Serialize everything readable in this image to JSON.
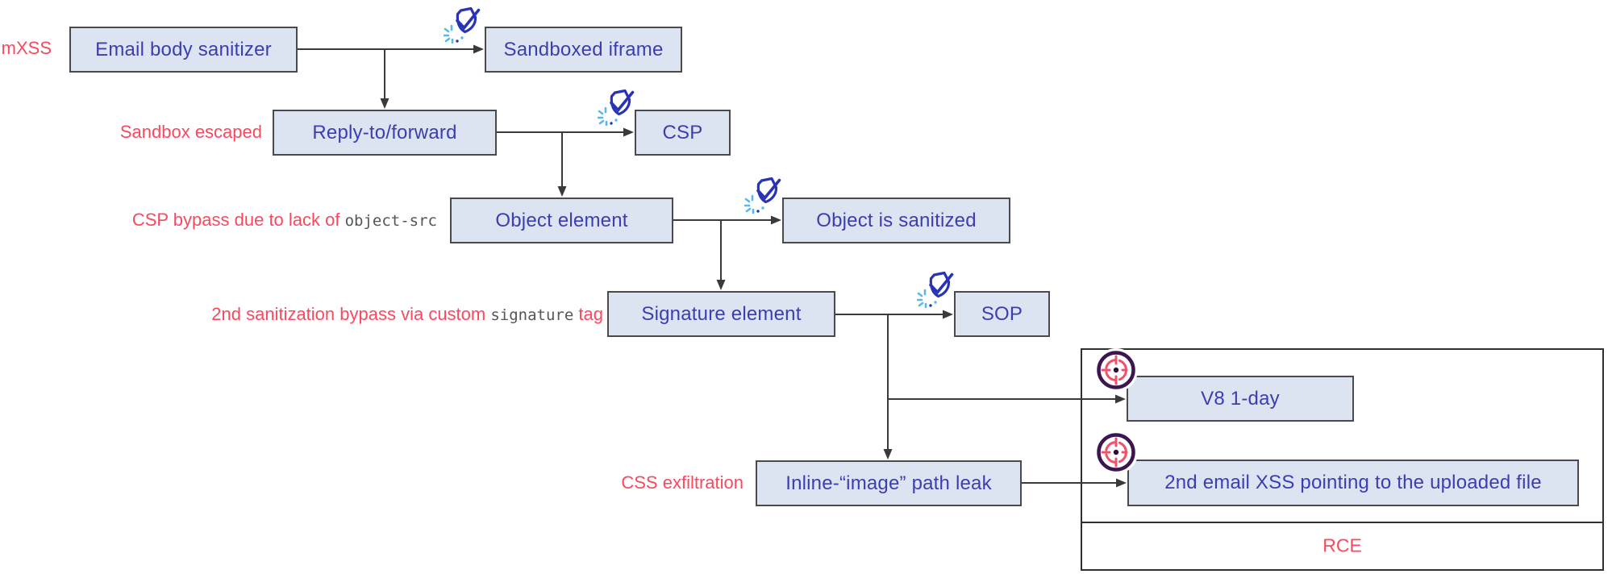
{
  "diagram": {
    "description": "Exploit chain flow diagram",
    "nodes": {
      "email_body_sanitizer": {
        "label": "Email body sanitizer"
      },
      "sandboxed_iframe": {
        "label": "Sandboxed iframe"
      },
      "reply_to_forward": {
        "label": "Reply-to/forward"
      },
      "csp": {
        "label": "CSP"
      },
      "object_element": {
        "label": "Object element"
      },
      "object_is_sanitized": {
        "label": "Object is sanitized"
      },
      "signature_element": {
        "label": "Signature element"
      },
      "sop": {
        "label": "SOP"
      },
      "v8_1day": {
        "label": "V8 1-day"
      },
      "inline_image_path_leak": {
        "label": "Inline-“image” path leak"
      },
      "second_email_xss": {
        "label": "2nd email XSS pointing to the uploaded file"
      }
    },
    "annotations": {
      "mxss": {
        "segments": [
          {
            "text": "mXSS"
          }
        ]
      },
      "sandbox_escaped": {
        "segments": [
          {
            "text": "Sandbox escaped"
          }
        ]
      },
      "csp_bypass": {
        "segments": [
          {
            "text": "CSP bypass due to lack of "
          },
          {
            "text": "object-src",
            "mono": true
          }
        ]
      },
      "second_sanitization_bypass": {
        "segments": [
          {
            "text": "2nd sanitization bypass via custom "
          },
          {
            "text": "signature",
            "mono": true
          },
          {
            "text": " tag"
          }
        ]
      },
      "css_exfiltration": {
        "segments": [
          {
            "text": "CSS exfiltration"
          }
        ]
      },
      "rce": {
        "segments": [
          {
            "text": "RCE"
          }
        ]
      }
    },
    "icons": {
      "shield": "shield-check-burst-icon (defense bypassed)",
      "target": "target-crosshair-icon (target hit)"
    },
    "colors": {
      "annotation_red": "#f8495f",
      "node_text_blue": "#3c3eb0",
      "node_fill": "#dce4f2",
      "node_border": "#4a4a4e",
      "mono_gray": "#55555a",
      "connector": "#3a3a3a",
      "shield_blue": "#2834b5",
      "shield_spark_blue": "#57b8f0",
      "target_ring_purple": "#3c1650",
      "target_pink": "#f2506b",
      "target_center_dot": "#2a1036"
    }
  }
}
